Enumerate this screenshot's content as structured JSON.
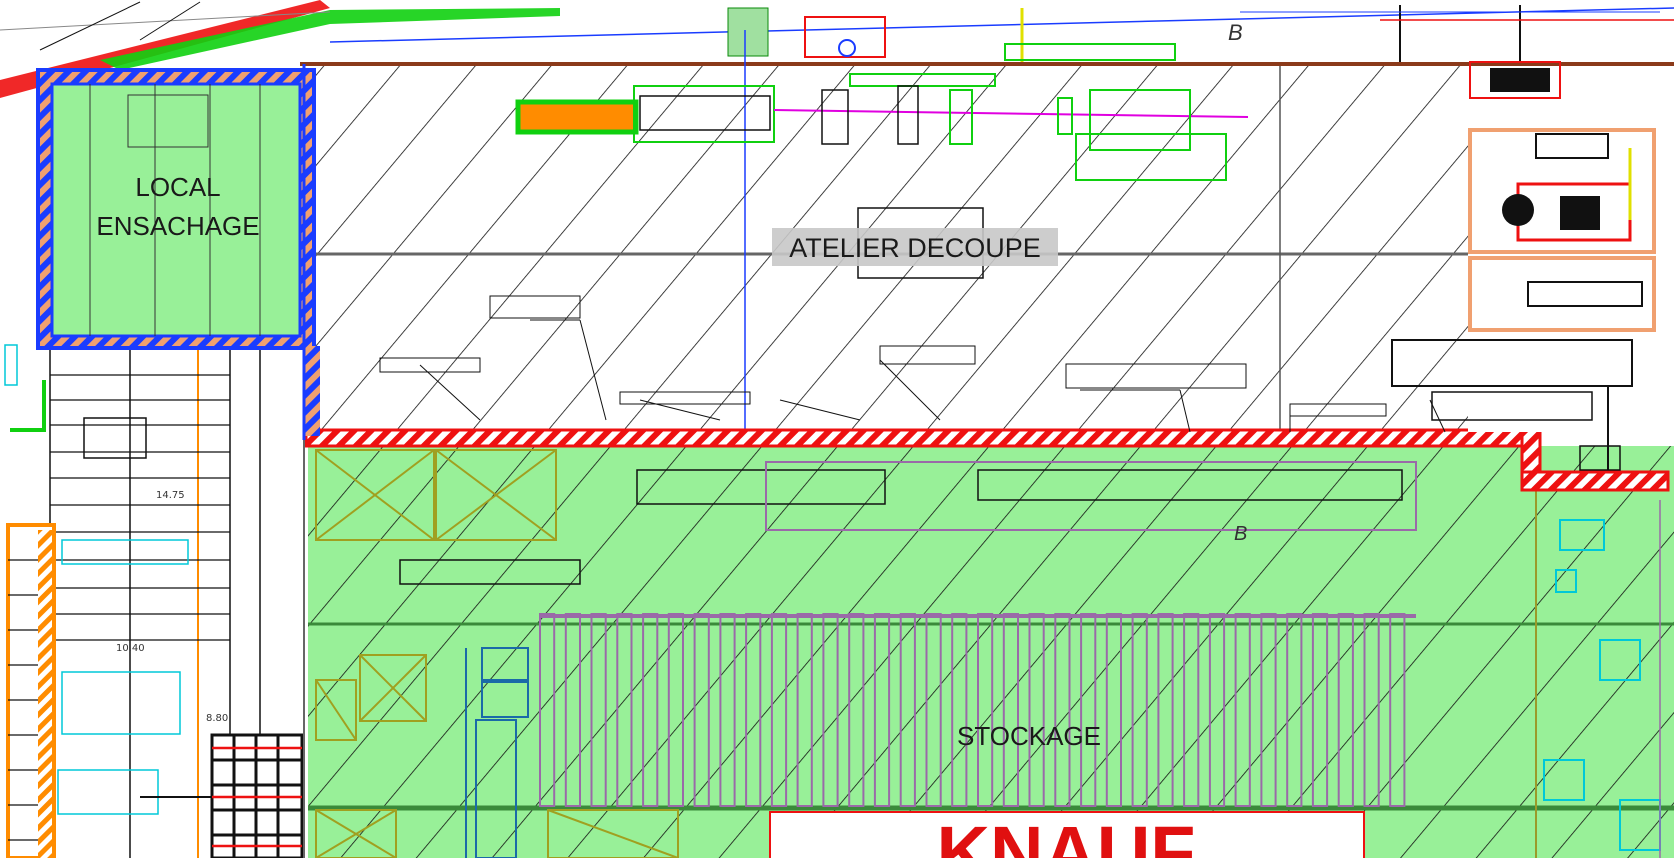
{
  "rooms": {
    "local_ensachage_line1": "LOCAL",
    "local_ensachage_line2": "ENSACHAGE",
    "atelier_decoupe": "ATELIER DECOUPE",
    "stockage": "STOCKAGE"
  },
  "brand": {
    "text": "KNAUF",
    "color": "#e01010"
  },
  "dimensions": {
    "d1": "14.75",
    "d2": "10.40",
    "d3": "8.80"
  },
  "markers": {
    "b1": "B",
    "b2": "B"
  },
  "colors": {
    "zone_green": "#98f098",
    "firewall_red": "#ee1111",
    "wall_blue": "#1a3cff",
    "wall_orange": "#ff8c00",
    "rack_purple": "#9a6aa8",
    "equipment_green": "#10d010",
    "cyan_detail": "#00c8d8"
  }
}
